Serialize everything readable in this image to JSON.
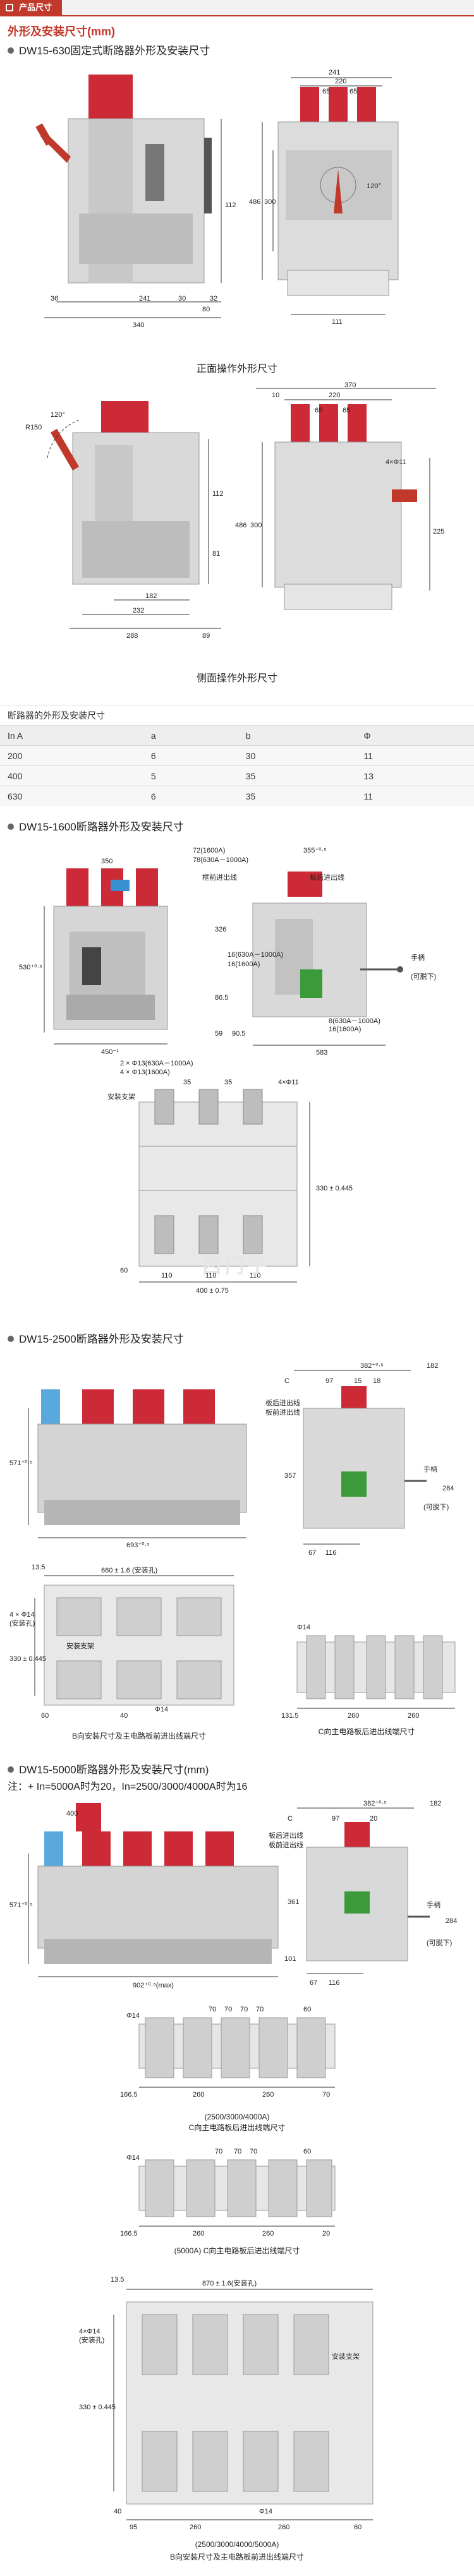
{
  "header": {
    "tab_label": "产品尺寸"
  },
  "section_title": "外形及安装尺寸(mm)",
  "s630": {
    "title": "DW15-630固定式断路器外形及安装尺寸",
    "front_dims": [
      "241",
      "220",
      "65",
      "65",
      "120°",
      "486",
      "300",
      "112",
      "36",
      "241",
      "30",
      "32",
      "340",
      "80",
      "111"
    ],
    "front_caption": "正面操作外形尺寸",
    "side_dims": [
      "370",
      "10",
      "220",
      "R150",
      "120°",
      "4×Φ11",
      "112",
      "486",
      "300",
      "225",
      "81",
      "182",
      "232",
      "288",
      "89",
      "65",
      "65"
    ],
    "side_caption": "侧面操作外形尺寸"
  },
  "table": {
    "caption": "断路器的外形及安装尺寸",
    "headers": [
      "In A",
      "a",
      "b",
      "Φ"
    ],
    "rows": [
      [
        "200",
        "6",
        "30",
        "11"
      ],
      [
        "400",
        "5",
        "35",
        "13"
      ],
      [
        "630",
        "6",
        "35",
        "11"
      ]
    ]
  },
  "s1600": {
    "title": "DW15-1600断路器外形及安装尺寸",
    "main_dims": [
      "350",
      "530⁺⁰·⁵",
      "450⁻¹",
      "72(1600A)",
      "78(630A－1000A)",
      "355⁺⁰·⁵",
      "框前进出线",
      "板后进出线",
      "326",
      "16(630A－1000A)",
      "16(1600A)",
      "86.5",
      "59",
      "90.5",
      "手柄",
      "(可脱下)",
      "8(630A－1000A)",
      "16(1600A)",
      "583"
    ],
    "mount_dims": [
      "2 × Φ13(630A－1000A)",
      "4 × Φ13(1600A)",
      "35",
      "35",
      "4×Φ11",
      "安装支架",
      "330 ± 0.445",
      "60",
      "110",
      "110",
      "110",
      "400 ± 0.75"
    ]
  },
  "s2500": {
    "title": "DW15-2500断路器外形及安装尺寸",
    "main_dims": [
      "571⁺⁰·⁵",
      "693⁺⁰·⁵",
      "382⁺⁰·⁵",
      "182",
      "C",
      "97",
      "15",
      "18",
      "板后进出线",
      "板前进出线",
      "357",
      "284",
      "手柄",
      "(可脱下)",
      "67",
      "116"
    ],
    "b_dims": [
      "13.5",
      "660 ± 1.6 (安装孔)",
      "4 × Φ14",
      "(安装孔)",
      "安装支架",
      "330 ± 0.445",
      "Φ14",
      "60",
      "40"
    ],
    "b_caption": "B向安装尺寸及主电路板前进出线端尺寸",
    "c_dims": [
      "Φ14",
      "131.5",
      "260",
      "260"
    ],
    "c_caption": "C向主电路板后进出线端尺寸"
  },
  "s5000": {
    "title": "DW15-5000断路器外形及安装尺寸(mm)",
    "note": "注：+ In=5000A时为20，In=2500/3000/4000A时为16",
    "main_dims": [
      "400",
      "571⁺⁰·⁵",
      "902⁺⁰·⁵(max)",
      "382⁺⁰·⁵",
      "182",
      "C",
      "97",
      "20",
      "板后进出线",
      "板前进出线",
      "361",
      "284",
      "101",
      "67",
      "116",
      "手柄",
      "(可脱下)"
    ],
    "c1_dims": [
      "70",
      "70",
      "70",
      "70",
      "60",
      "Φ14",
      "166.5",
      "260",
      "260",
      "70"
    ],
    "c1_caption": "(2500/3000/4000A)",
    "c1_caption2": "C向主电路板后进出线端尺寸",
    "c2_dims": [
      "70",
      "70",
      "70",
      "60",
      "Φ14",
      "166.5",
      "260",
      "260",
      "20"
    ],
    "c2_caption": "(5000A) C向主电路板后进出线端尺寸",
    "b_dims": [
      "13.5",
      "870 ± 1.6(安装孔)",
      "4×Φ14",
      "(安装孔)",
      "安装支架",
      "330 ± 0.445",
      "Φ14",
      "40",
      "95",
      "260",
      "260",
      "60"
    ],
    "b_caption": "(2500/3000/4000/5000A)",
    "b_caption2": "B向安装尺寸及主电路板前进出线端尺寸"
  },
  "watermark": "西门子"
}
